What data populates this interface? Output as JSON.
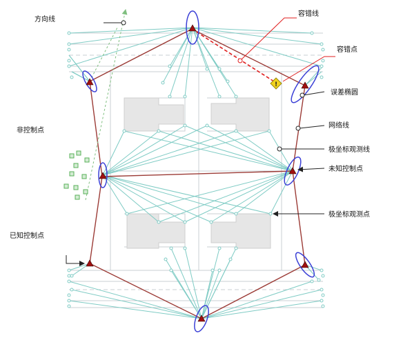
{
  "labels": {
    "direction_line": "方向线",
    "tolerance_line": "容错线",
    "tolerance_point": "容错点",
    "error_ellipse": "误差椭圆",
    "network_line": "网络线",
    "polar_line": "极坐标观测线",
    "unknown_control": "未知控制点",
    "polar_point": "极坐标观测点",
    "non_control": "非控制点",
    "known_control": "已知控制点"
  },
  "colors": {
    "network": "#7ecbc4",
    "background_lines": "#c9cfd3",
    "control_line": "#9b3a35",
    "control_marker": "#a01010",
    "ellipse": "#3a3fd6",
    "tolerance": "#e01e1e",
    "building": "#e6e6e6",
    "nonctrl": "#58b058"
  },
  "icons": {
    "control_point": "triangle-marker-icon",
    "tolerance_point": "warning-icon",
    "non_control_point": "square-marker-icon"
  }
}
